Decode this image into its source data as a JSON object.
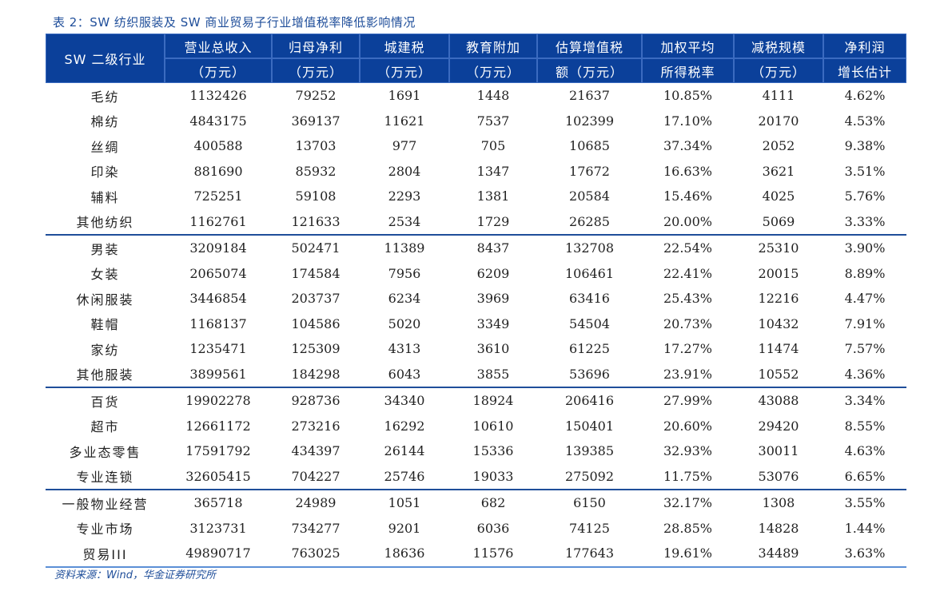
{
  "title": "表 2：SW 纺织服装及 SW 商业贸易子行业增值税率降低影响情况",
  "header": {
    "industry": "SW 二级行业",
    "columns": [
      {
        "line1": "营业总收入",
        "line2": "（万元）"
      },
      {
        "line1": "归母净利",
        "line2": "（万元）"
      },
      {
        "line1": "城建税",
        "line2": "（万元）"
      },
      {
        "line1": "教育附加",
        "line2": "（万元）"
      },
      {
        "line1": "估算增值税",
        "line2": "额（万元）"
      },
      {
        "line1": "加权平均",
        "line2": "所得税率"
      },
      {
        "line1": "减税规模",
        "line2": "（万元）"
      },
      {
        "line1": "净利润",
        "line2": "增长估计"
      }
    ]
  },
  "rows": [
    [
      "毛纺",
      "1132426",
      "79252",
      "1691",
      "1448",
      "21637",
      "10.85%",
      "4111",
      "4.62%"
    ],
    [
      "棉纺",
      "4843175",
      "369137",
      "11621",
      "7537",
      "102399",
      "17.10%",
      "20170",
      "4.53%"
    ],
    [
      "丝绸",
      "400588",
      "13703",
      "977",
      "705",
      "10685",
      "37.34%",
      "2052",
      "9.38%"
    ],
    [
      "印染",
      "881690",
      "85932",
      "2804",
      "1347",
      "17672",
      "16.63%",
      "3621",
      "3.51%"
    ],
    [
      "辅料",
      "725251",
      "59108",
      "2293",
      "1381",
      "20584",
      "15.46%",
      "4025",
      "5.76%"
    ],
    [
      "其他纺织",
      "1162761",
      "121633",
      "2534",
      "1729",
      "26285",
      "20.00%",
      "5069",
      "3.33%"
    ],
    [
      "男装",
      "3209184",
      "502471",
      "11389",
      "8437",
      "132708",
      "22.54%",
      "25310",
      "3.90%"
    ],
    [
      "女装",
      "2065074",
      "174584",
      "7956",
      "6209",
      "106461",
      "22.41%",
      "20015",
      "8.89%"
    ],
    [
      "休闲服装",
      "3446854",
      "203737",
      "6234",
      "3969",
      "63416",
      "25.43%",
      "12216",
      "4.47%"
    ],
    [
      "鞋帽",
      "1168137",
      "104586",
      "5020",
      "3349",
      "54504",
      "20.73%",
      "10432",
      "7.91%"
    ],
    [
      "家纺",
      "1235471",
      "125309",
      "4313",
      "3610",
      "61225",
      "17.27%",
      "11474",
      "7.57%"
    ],
    [
      "其他服装",
      "3899561",
      "184298",
      "6043",
      "3855",
      "53696",
      "23.91%",
      "10552",
      "4.36%"
    ],
    [
      "百货",
      "19902278",
      "928736",
      "34340",
      "18924",
      "206416",
      "27.99%",
      "43088",
      "3.34%"
    ],
    [
      "超市",
      "12661172",
      "273216",
      "16292",
      "10610",
      "150401",
      "20.60%",
      "29420",
      "8.55%"
    ],
    [
      "多业态零售",
      "17591792",
      "434397",
      "26144",
      "15336",
      "139385",
      "32.93%",
      "30011",
      "4.63%"
    ],
    [
      "专业连锁",
      "32605415",
      "704227",
      "25746",
      "19033",
      "275092",
      "11.75%",
      "53076",
      "6.65%"
    ],
    [
      "一般物业经营",
      "365718",
      "24989",
      "1051",
      "682",
      "6150",
      "32.17%",
      "1308",
      "3.55%"
    ],
    [
      "专业市场",
      "3123731",
      "734277",
      "9201",
      "6036",
      "74125",
      "28.85%",
      "14828",
      "1.44%"
    ],
    [
      "贸易III",
      "49890717",
      "763025",
      "18636",
      "11576",
      "177643",
      "19.61%",
      "34489",
      "3.63%"
    ]
  ],
  "group_ends": [
    5,
    11,
    15,
    18
  ],
  "source": "资料来源：Wind，华金证券研究所"
}
